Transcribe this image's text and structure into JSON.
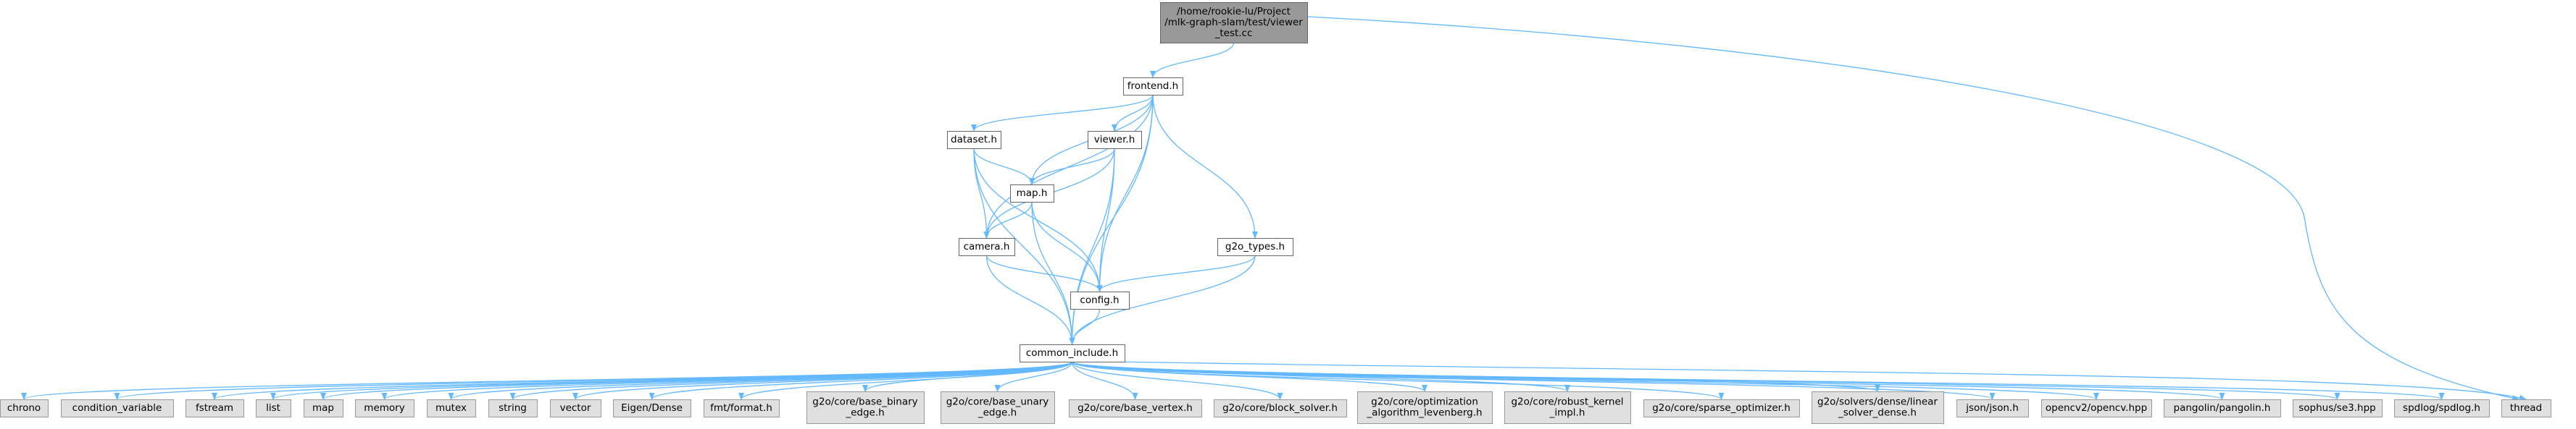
{
  "diagram": {
    "nodes": [
      {
        "id": "root",
        "kind": "root",
        "lines": [
          "/home/rookie-lu/Project",
          "/mlk-graph-slam/test/viewer",
          "_test.cc"
        ]
      },
      {
        "id": "frontend",
        "kind": "white",
        "lines": [
          "frontend.h"
        ]
      },
      {
        "id": "dataset",
        "kind": "white",
        "lines": [
          "dataset.h"
        ]
      },
      {
        "id": "viewer",
        "kind": "white",
        "lines": [
          "viewer.h"
        ]
      },
      {
        "id": "map",
        "kind": "white",
        "lines": [
          "map.h"
        ]
      },
      {
        "id": "camera",
        "kind": "white",
        "lines": [
          "camera.h"
        ]
      },
      {
        "id": "g2otypes",
        "kind": "white",
        "lines": [
          "g2o_types.h"
        ]
      },
      {
        "id": "config",
        "kind": "white",
        "lines": [
          "config.h"
        ]
      },
      {
        "id": "common",
        "kind": "white",
        "lines": [
          "common_include.h"
        ]
      },
      {
        "id": "chrono",
        "kind": "grey",
        "lines": [
          "chrono"
        ]
      },
      {
        "id": "condvar",
        "kind": "grey",
        "lines": [
          "condition_variable"
        ]
      },
      {
        "id": "fstream",
        "kind": "grey",
        "lines": [
          "fstream"
        ]
      },
      {
        "id": "list",
        "kind": "grey",
        "lines": [
          "list"
        ]
      },
      {
        "id": "map_std",
        "kind": "grey",
        "lines": [
          "map"
        ]
      },
      {
        "id": "memory",
        "kind": "grey",
        "lines": [
          "memory"
        ]
      },
      {
        "id": "mutex",
        "kind": "grey",
        "lines": [
          "mutex"
        ]
      },
      {
        "id": "string",
        "kind": "grey",
        "lines": [
          "string"
        ]
      },
      {
        "id": "vector",
        "kind": "grey",
        "lines": [
          "vector"
        ]
      },
      {
        "id": "eigen",
        "kind": "grey",
        "lines": [
          "Eigen/Dense"
        ]
      },
      {
        "id": "fmt",
        "kind": "grey",
        "lines": [
          "fmt/format.h"
        ]
      },
      {
        "id": "g2obin",
        "kind": "grey",
        "lines": [
          "g2o/core/base_binary",
          "_edge.h"
        ]
      },
      {
        "id": "g2ouna",
        "kind": "grey",
        "lines": [
          "g2o/core/base_unary",
          "_edge.h"
        ]
      },
      {
        "id": "g2overt",
        "kind": "grey",
        "lines": [
          "g2o/core/base_vertex.h"
        ]
      },
      {
        "id": "g2oblock",
        "kind": "grey",
        "lines": [
          "g2o/core/block_solver.h"
        ]
      },
      {
        "id": "g2oopt",
        "kind": "grey",
        "lines": [
          "g2o/core/optimization",
          "_algorithm_levenberg.h"
        ]
      },
      {
        "id": "g2orob",
        "kind": "grey",
        "lines": [
          "g2o/core/robust_kernel",
          "_impl.h"
        ]
      },
      {
        "id": "g2osparse",
        "kind": "grey",
        "lines": [
          "g2o/core/sparse_optimizer.h"
        ]
      },
      {
        "id": "g2olin",
        "kind": "grey",
        "lines": [
          "g2o/solvers/dense/linear",
          "_solver_dense.h"
        ]
      },
      {
        "id": "json",
        "kind": "grey",
        "lines": [
          "json/json.h"
        ]
      },
      {
        "id": "opencv",
        "kind": "grey",
        "lines": [
          "opencv2/opencv.hpp"
        ]
      },
      {
        "id": "pangolin",
        "kind": "grey",
        "lines": [
          "pangolin/pangolin.h"
        ]
      },
      {
        "id": "sophus",
        "kind": "grey",
        "lines": [
          "sophus/se3.hpp"
        ]
      },
      {
        "id": "spdlog",
        "kind": "grey",
        "lines": [
          "spdlog/spdlog.h"
        ]
      },
      {
        "id": "thread",
        "kind": "grey",
        "lines": [
          "thread"
        ]
      }
    ],
    "edges": [
      [
        "root",
        "frontend"
      ],
      [
        "root",
        "thread"
      ],
      [
        "frontend",
        "dataset"
      ],
      [
        "frontend",
        "viewer"
      ],
      [
        "frontend",
        "map"
      ],
      [
        "frontend",
        "camera"
      ],
      [
        "frontend",
        "g2otypes"
      ],
      [
        "frontend",
        "config"
      ],
      [
        "frontend",
        "common"
      ],
      [
        "dataset",
        "map"
      ],
      [
        "dataset",
        "camera"
      ],
      [
        "dataset",
        "config"
      ],
      [
        "dataset",
        "common"
      ],
      [
        "viewer",
        "map"
      ],
      [
        "viewer",
        "camera"
      ],
      [
        "viewer",
        "config"
      ],
      [
        "viewer",
        "common"
      ],
      [
        "map",
        "camera"
      ],
      [
        "map",
        "config"
      ],
      [
        "map",
        "common"
      ],
      [
        "camera",
        "config"
      ],
      [
        "camera",
        "common"
      ],
      [
        "g2otypes",
        "config"
      ],
      [
        "g2otypes",
        "common"
      ],
      [
        "config",
        "common"
      ],
      [
        "common",
        "chrono"
      ],
      [
        "common",
        "condvar"
      ],
      [
        "common",
        "fstream"
      ],
      [
        "common",
        "list"
      ],
      [
        "common",
        "map_std"
      ],
      [
        "common",
        "memory"
      ],
      [
        "common",
        "mutex"
      ],
      [
        "common",
        "string"
      ],
      [
        "common",
        "vector"
      ],
      [
        "common",
        "eigen"
      ],
      [
        "common",
        "fmt"
      ],
      [
        "common",
        "g2obin"
      ],
      [
        "common",
        "g2ouna"
      ],
      [
        "common",
        "g2overt"
      ],
      [
        "common",
        "g2oblock"
      ],
      [
        "common",
        "g2oopt"
      ],
      [
        "common",
        "g2orob"
      ],
      [
        "common",
        "g2osparse"
      ],
      [
        "common",
        "g2olin"
      ],
      [
        "common",
        "json"
      ],
      [
        "common",
        "opencv"
      ],
      [
        "common",
        "pangolin"
      ],
      [
        "common",
        "sophus"
      ],
      [
        "common",
        "spdlog"
      ],
      [
        "common",
        "thread"
      ]
    ],
    "colors": {
      "edge": "#63b8ff",
      "root_fill": "#999999",
      "external_fill": "#e0e0e0",
      "local_fill": "#ffffff"
    }
  }
}
